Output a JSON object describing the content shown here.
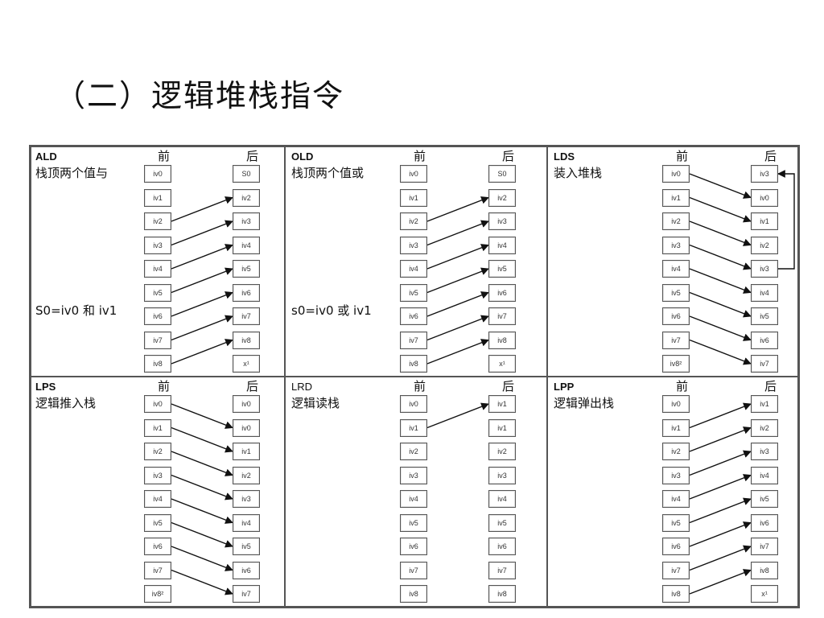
{
  "title": "（二）逻辑堆栈指令",
  "panels": [
    {
      "code": "ALD",
      "description": "栈顶两个值与",
      "note": "S0=iv0 和 iv1",
      "header_before": "前",
      "header_after": "后",
      "before": [
        "iv0",
        "iv1",
        "iv2",
        "iv3",
        "iv4",
        "iv5",
        "iv6",
        "iv7",
        "iv8"
      ],
      "after": [
        "S0",
        "iv2",
        "iv3",
        "iv4",
        "iv5",
        "iv6",
        "iv7",
        "iv8",
        "x¹"
      ],
      "arrows": [
        [
          2,
          1
        ],
        [
          3,
          2
        ],
        [
          4,
          3
        ],
        [
          5,
          4
        ],
        [
          6,
          5
        ],
        [
          7,
          6
        ],
        [
          8,
          7
        ]
      ]
    },
    {
      "code": "OLD",
      "description": "栈顶两个值或",
      "note": "s0=iv0 或 iv1",
      "header_before": "前",
      "header_after": "后",
      "before": [
        "iv0",
        "iv1",
        "iv2",
        "iv3",
        "iv4",
        "iv5",
        "iv6",
        "iv7",
        "iv8"
      ],
      "after": [
        "S0",
        "iv2",
        "iv3",
        "iv4",
        "iv5",
        "iv6",
        "iv7",
        "iv8",
        "x¹"
      ],
      "arrows": [
        [
          2,
          1
        ],
        [
          3,
          2
        ],
        [
          4,
          3
        ],
        [
          5,
          4
        ],
        [
          6,
          5
        ],
        [
          7,
          6
        ],
        [
          8,
          7
        ]
      ]
    },
    {
      "code": "LDS",
      "description": "装入堆栈",
      "note": "",
      "header_before": "前",
      "header_after": "后",
      "before": [
        "iv0",
        "iv1",
        "iv2",
        "iv3",
        "iv4",
        "iv5",
        "iv6",
        "iv7",
        "iv8²"
      ],
      "after": [
        "iv3",
        "iv0",
        "iv1",
        "iv2",
        "iv3",
        "iv4",
        "iv5",
        "iv6",
        "iv7"
      ],
      "arrows": [
        [
          0,
          1
        ],
        [
          1,
          2
        ],
        [
          2,
          3
        ],
        [
          3,
          4
        ],
        [
          4,
          5
        ],
        [
          5,
          6
        ],
        [
          6,
          7
        ],
        [
          7,
          8
        ]
      ],
      "loop": [
        4,
        0
      ]
    },
    {
      "code": "LPS",
      "description": "逻辑推入栈",
      "note": "",
      "header_before": "前",
      "header_after": "后",
      "before": [
        "iv0",
        "iv1",
        "iv2",
        "iv3",
        "iv4",
        "iv5",
        "iv6",
        "iv7",
        "iv8²"
      ],
      "after": [
        "iv0",
        "iv0",
        "iv1",
        "iv2",
        "iv3",
        "iv4",
        "iv5",
        "iv6",
        "iv7"
      ],
      "arrows": [
        [
          0,
          1
        ],
        [
          1,
          2
        ],
        [
          2,
          3
        ],
        [
          3,
          4
        ],
        [
          4,
          5
        ],
        [
          5,
          6
        ],
        [
          6,
          7
        ],
        [
          7,
          8
        ]
      ]
    },
    {
      "code": "LRD",
      "description": "逻辑读栈",
      "note": "",
      "header_before": "前",
      "header_after": "后",
      "before": [
        "iv0",
        "iv1",
        "iv2",
        "iv3",
        "iv4",
        "iv5",
        "iv6",
        "iv7",
        "iv8"
      ],
      "after": [
        "iv1",
        "iv1",
        "iv2",
        "iv3",
        "iv4",
        "iv5",
        "iv6",
        "iv7",
        "iv8"
      ],
      "arrows": [
        [
          1,
          0
        ]
      ]
    },
    {
      "code": "LPP",
      "description": "逻辑弹出栈",
      "note": "",
      "header_before": "前",
      "header_after": "后",
      "before": [
        "iv0",
        "iv1",
        "iv2",
        "iv3",
        "iv4",
        "iv5",
        "iv6",
        "iv7",
        "iv8"
      ],
      "after": [
        "iv1",
        "iv2",
        "iv3",
        "iv4",
        "iv5",
        "iv6",
        "iv7",
        "iv8",
        "x¹"
      ],
      "arrows": [
        [
          1,
          0
        ],
        [
          2,
          1
        ],
        [
          3,
          2
        ],
        [
          4,
          3
        ],
        [
          5,
          4
        ],
        [
          6,
          5
        ],
        [
          7,
          6
        ],
        [
          8,
          7
        ]
      ]
    }
  ]
}
